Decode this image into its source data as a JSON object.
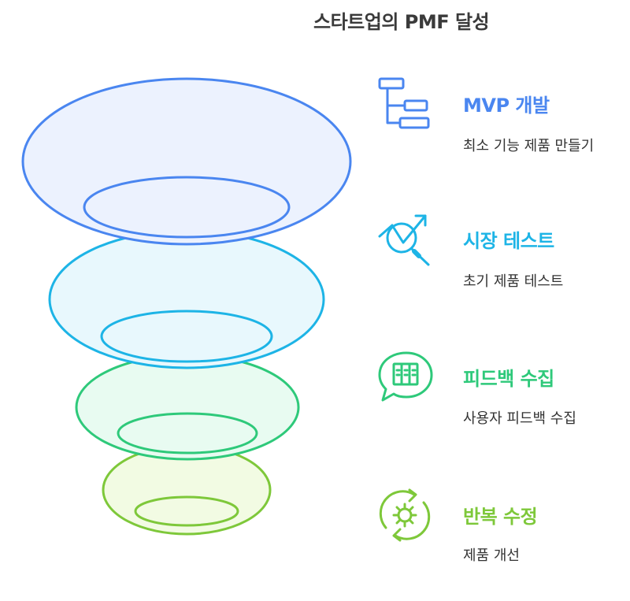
{
  "title": "스타트업의 PMF 달성",
  "stages": [
    {
      "title": "MVP 개발",
      "desc": "최소 기능 제품 만들기",
      "color": "#4a86f0",
      "fill": "#ecf2fe",
      "icon": "flowchart-icon"
    },
    {
      "title": "시장 테스트",
      "desc": "초기 제품 테스트",
      "color": "#1db4e6",
      "fill": "#e8f8fd",
      "icon": "analytics-search-icon"
    },
    {
      "title": "피드백 수집",
      "desc": "사용자 피드백 수집",
      "color": "#2ec97a",
      "fill": "#e8fbf1",
      "icon": "feedback-chat-icon"
    },
    {
      "title": "반복 수정",
      "desc": "제품 개선",
      "color": "#7ec83a",
      "fill": "#f2fbe3",
      "icon": "iteration-gear-icon"
    }
  ]
}
